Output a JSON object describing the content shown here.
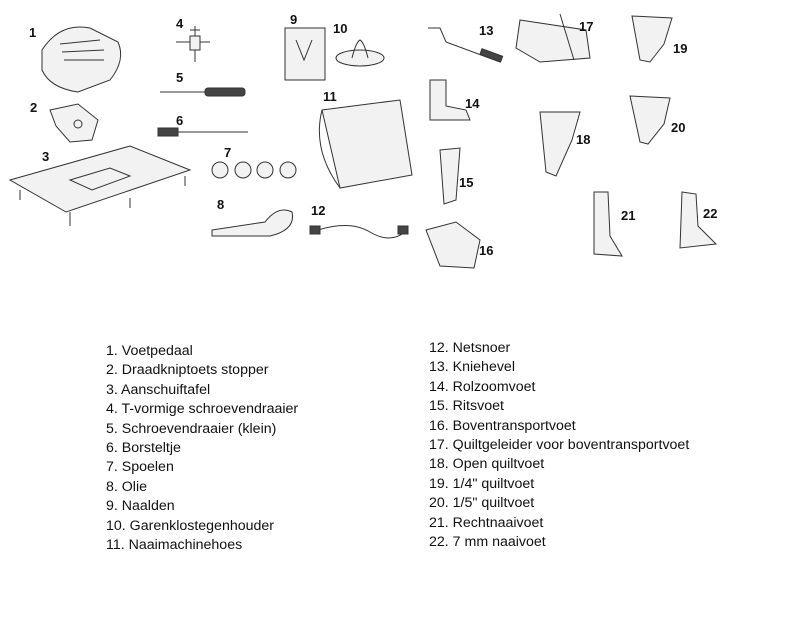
{
  "callouts": [
    "1",
    "2",
    "3",
    "4",
    "5",
    "6",
    "7",
    "8",
    "9",
    "10",
    "11",
    "12",
    "13",
    "14",
    "15",
    "16",
    "17",
    "18",
    "19",
    "20",
    "21",
    "22"
  ],
  "accessories_left": [
    "1. Voetpedaal",
    "2. Draadkniptoets stopper",
    "3. Aanschuiftafel",
    "4. T-vormige schroevendraaier",
    "5. Schroevendraaier (klein)",
    "6. Borsteltje",
    "7. Spoelen",
    "8. Olie",
    "9. Naalden",
    "10. Garenklostegenhouder",
    "11. Naaimachinehoes"
  ],
  "accessories_right": [
    "12. Netsnoer",
    "13. Kniehevel",
    "14. Rolzoomvoet",
    "15. Ritsvoet",
    "16. Boventransportvoet",
    "17. Quiltgeleider voor boventransportvoet",
    "18. Open quiltvoet",
    "19. 1/4\" quiltvoet",
    "20. 1/5\" quiltvoet",
    "21. Rechtnaaivoet",
    "22. 7 mm naaivoet"
  ]
}
